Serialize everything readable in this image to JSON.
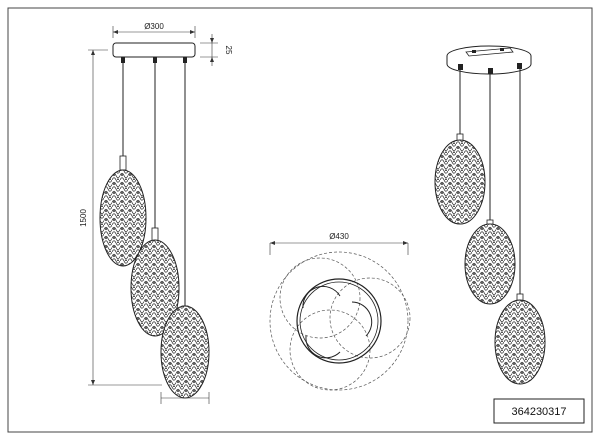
{
  "dimensions": {
    "canopy_diameter": "Ø300",
    "canopy_height": "25",
    "total_height": "1500",
    "cluster_diameter": "Ø430"
  },
  "product_code": "364230317"
}
